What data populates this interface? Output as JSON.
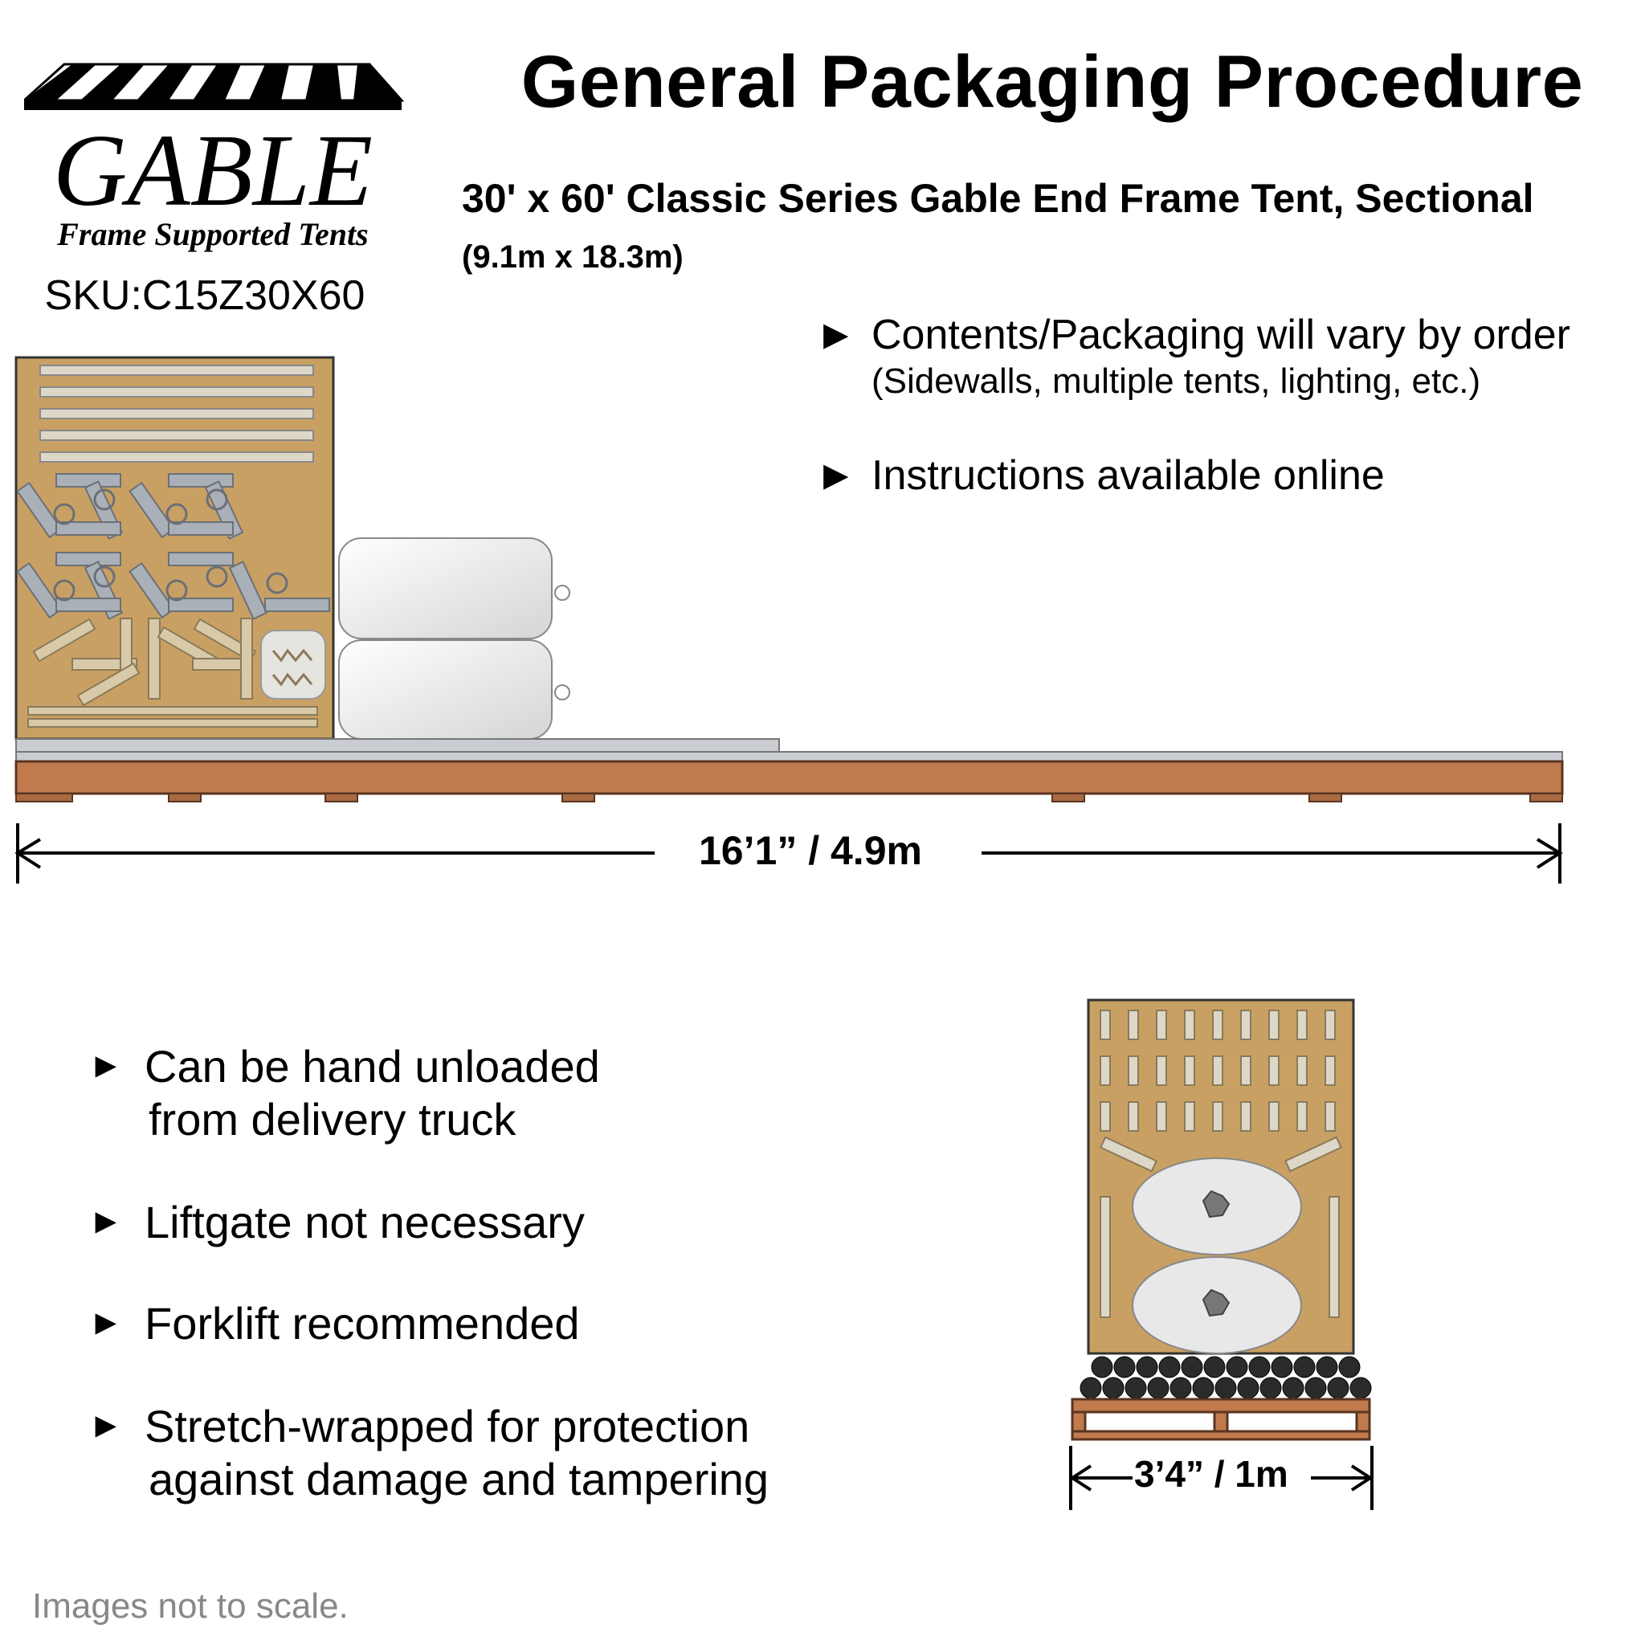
{
  "logo": {
    "brand": "GABLE",
    "tagline": "Frame Supported Tents",
    "sku": "SKU:C15Z30X60"
  },
  "header": {
    "title": "General Packaging Procedure",
    "subtitle": "30' x 60' Classic Series Gable End Frame Tent, Sectional",
    "metric": "(9.1m x 18.3m)"
  },
  "top_bullets": [
    {
      "text": "Contents/Packaging will vary by order",
      "sub": "(Sidewalls, multiple tents, lighting, etc.)"
    },
    {
      "text": "Instructions available online"
    }
  ],
  "bottom_bullets": [
    {
      "line1": "Can be hand unloaded",
      "line2": "from delivery truck"
    },
    {
      "line1": "Liftgate not necessary"
    },
    {
      "line1": "Forklift recommended"
    },
    {
      "line1": "Stretch-wrapped for protection",
      "line2": "against damage and tampering"
    }
  ],
  "bullet_glyph": "►",
  "dimensions": {
    "length": "16’1” /  4.9m",
    "width": "3’4” / 1m"
  },
  "footnote": "Images not to scale.",
  "colors": {
    "cardboard": "#c9a064",
    "pallet_wood": "#c07a4e",
    "bag": "#e8e8e8",
    "footnote": "#888888"
  }
}
